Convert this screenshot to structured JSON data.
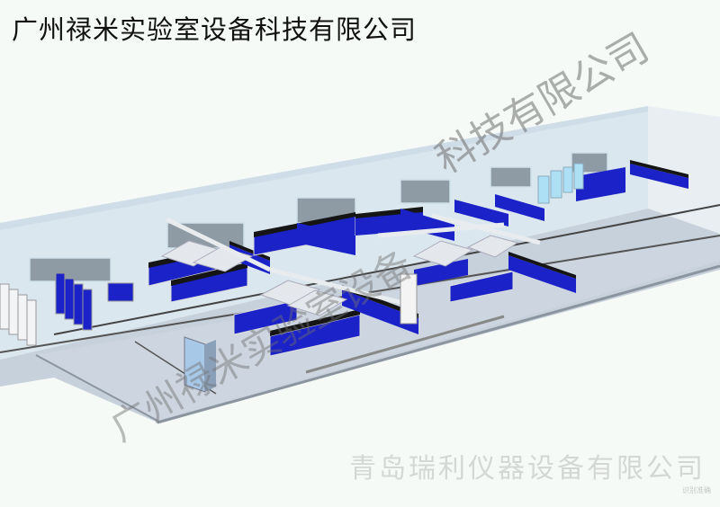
{
  "title": "广州禄米实验室设备科技有限公司",
  "watermarks": {
    "diagonal_top": "科技有限公司",
    "diagonal_left": "广州禄米实验室设备",
    "bottom": "青岛瑞利仪器设备有限公司",
    "corner": "识别准确"
  },
  "scene": {
    "description": "3D isometric render of a laboratory floor plan with blue lab benches, fume hoods, reagent cabinets and wall windows",
    "colors": {
      "background": "#f6faf6",
      "wall": "#d6e4ee",
      "floor": "#c9d3de",
      "bench_blue": "#1a22c8",
      "bench_top": "#151515",
      "cabinet_white": "#f2f4f6",
      "window": "#8896a0",
      "hood": "#e6eaee",
      "glass": "#aee0f5"
    }
  }
}
